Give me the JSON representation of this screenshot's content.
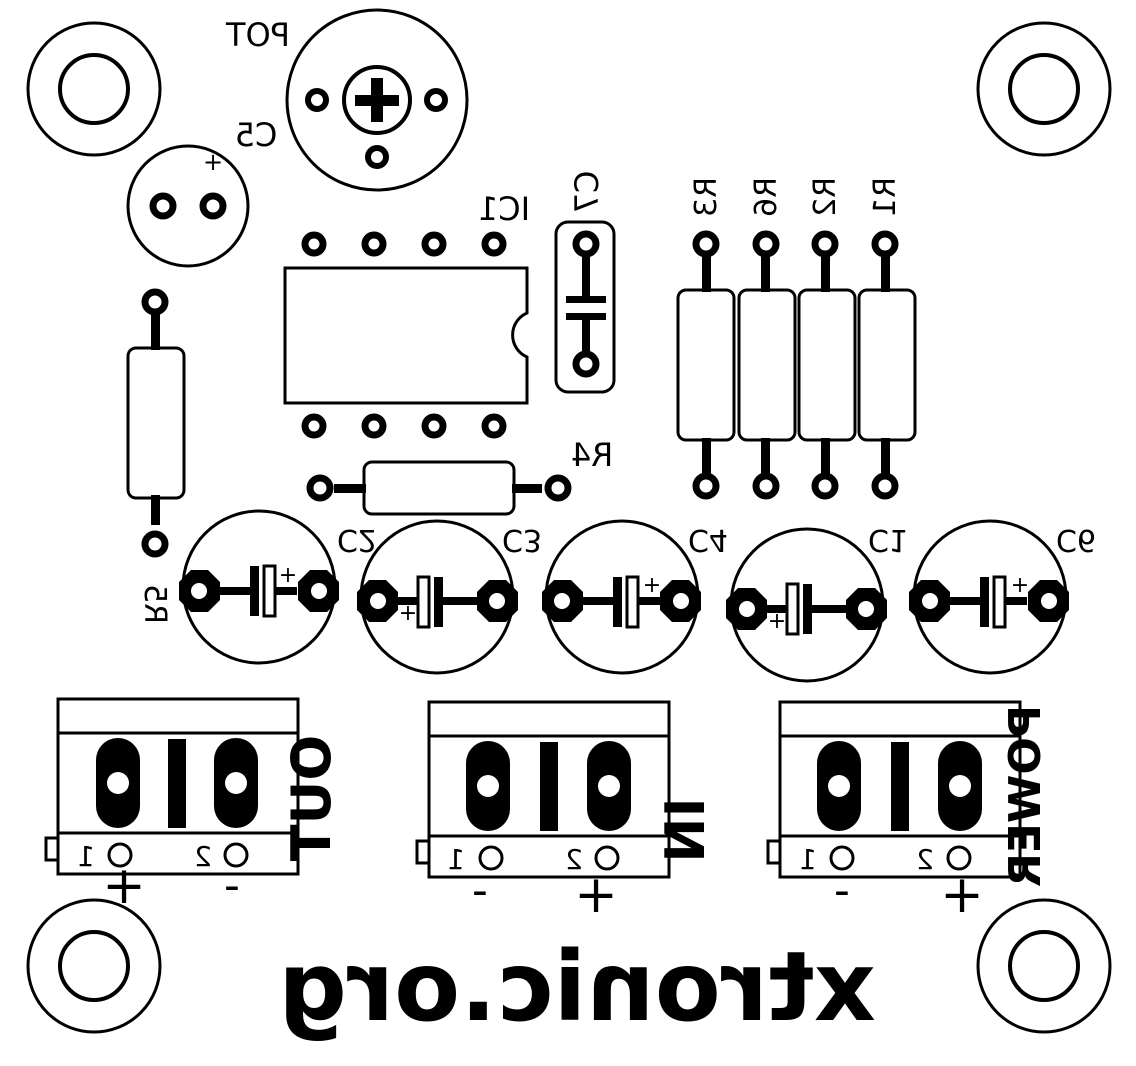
{
  "board": {
    "labels": {
      "pot": "POT",
      "c5": "C5",
      "ic1": "IC1",
      "c7": "C7",
      "r3": "R3",
      "r6": "R6",
      "r2": "R2",
      "r1": "R1",
      "r4": "R4",
      "r5": "R5",
      "c2": "C2",
      "c3": "C3",
      "c4": "C4",
      "c1": "C1",
      "c6": "C6",
      "out": "OUT",
      "in": "IN",
      "power": "POWER",
      "site": "xtronic.org"
    },
    "terminal_pins": {
      "pin1": "1",
      "pin2": "2"
    },
    "polarity": {
      "plus": "+",
      "minus": "-"
    }
  },
  "colors": {
    "ink": "#000000",
    "background": "#ffffff"
  }
}
